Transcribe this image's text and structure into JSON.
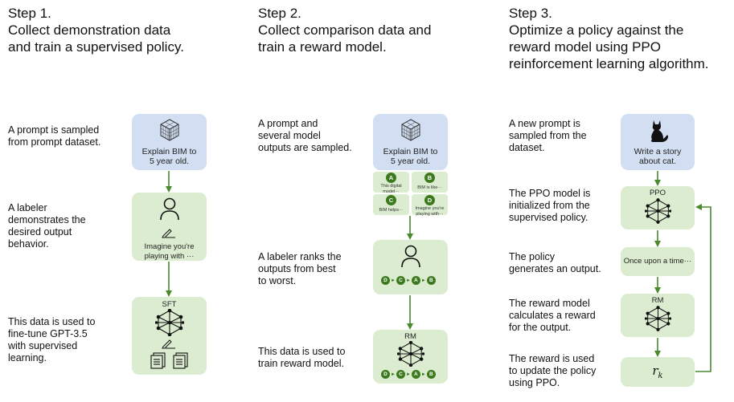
{
  "step1": {
    "title": [
      "Step 1.",
      "Collect demonstration data",
      "and train a supervised policy."
    ],
    "desc1": [
      "A prompt is sampled",
      "from prompt dataset."
    ],
    "desc2": [
      "A labeler",
      "demonstrates the",
      "desired output",
      "behavior."
    ],
    "desc3": [
      "This data is used to",
      "fine-tune GPT-3.5",
      "with supervised",
      "learning."
    ],
    "prompt": [
      "Explain BIM to",
      "5 year old."
    ],
    "labeler_text": "Imagine you're playing with ···",
    "model_label": "SFT"
  },
  "step2": {
    "title": [
      "Step 2.",
      "Collect comparison data and",
      "train a reward model."
    ],
    "desc1": [
      "A prompt and",
      "several model",
      "outputs are sampled."
    ],
    "desc2": [
      "A labeler ranks the",
      "outputs from best",
      "to worst."
    ],
    "desc3": [
      "This data is used to",
      "train reward model."
    ],
    "prompt": [
      "Explain BIM to",
      "5 year old."
    ],
    "outputs": [
      {
        "letter": "A",
        "text": [
          "This digital",
          "model···"
        ]
      },
      {
        "letter": "B",
        "text": [
          "BIM is like···"
        ]
      },
      {
        "letter": "C",
        "text": [
          "BIM helps···"
        ]
      },
      {
        "letter": "D",
        "text": [
          "Imagine you're",
          "playing with···"
        ]
      }
    ],
    "ranking": [
      "D",
      "C",
      "A",
      "B"
    ],
    "model_label": "RM"
  },
  "step3": {
    "title": [
      "Step 3.",
      "Optimize a policy against the",
      "reward model using PPO",
      "reinforcement learning algorithm."
    ],
    "desc1": [
      "A new prompt is",
      "sampled from the",
      "dataset."
    ],
    "desc2": [
      "The PPO model is",
      "initialized from the",
      "supervised policy."
    ],
    "desc3": [
      "The policy",
      "generates an output."
    ],
    "desc4": [
      "The reward model",
      "calculates a reward",
      "for the output."
    ],
    "desc5": [
      "The reward is used",
      "to update the policy",
      "using PPO."
    ],
    "prompt": [
      "Write a story",
      "about cat."
    ],
    "ppo_label": "PPO",
    "output_text": "Once upon a time···",
    "rm_label": "RM",
    "reward_symbol": "r",
    "reward_sub": "k"
  },
  "colors": {
    "arrow": "#4a8a2c",
    "blue_box": "#d2dff2",
    "green_box": "#dbecd0",
    "badge": "#3d7a1f"
  }
}
